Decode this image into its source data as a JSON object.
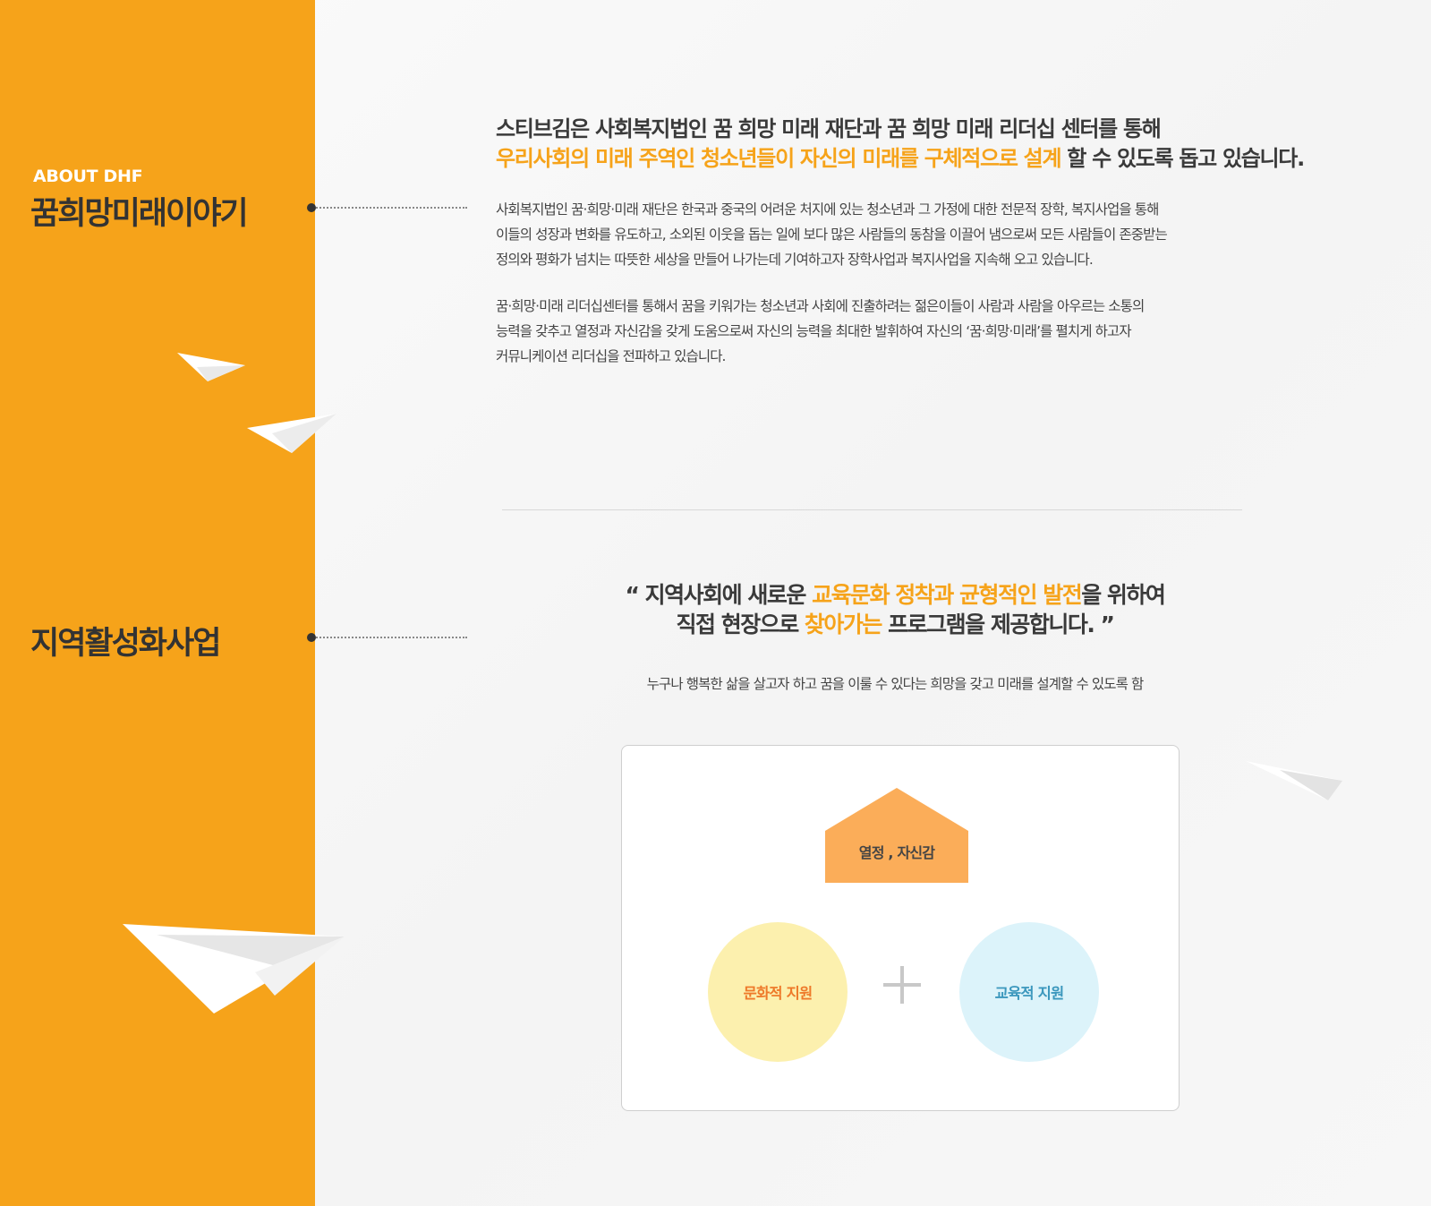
{
  "sidebar": {
    "about_label": "ABOUT DHF",
    "section_1_title": "꿈희망미래이야기",
    "section_2_title": "지역활성화사업"
  },
  "intro": {
    "lead_line_1": "스티브김은 사회복지법인 꿈  희망  미래 재단과 꿈  희망  미래 리더십 센터를 통해",
    "lead_line_2_highlight": "우리사회의 미래 주역인 청소년들이 자신의 미래를 구체적으로 설계",
    "lead_line_2_rest": " 할 수 있도록 돕고 있습니다.",
    "paragraph_1": [
      "사회복지법인 꿈·희망·미래 재단은 한국과 중국의 어려운 처지에 있는 청소년과 그 가정에 대한 전문적 장학, 복지사업을 통해",
      "이들의 성장과 변화를 유도하고, 소외된 이웃을 돕는 일에 보다 많은 사람들의 동참을 이끌어 냄으로써 모든 사람들이 존중받는",
      "정의와 평화가 넘치는 따뜻한 세상을 만들어 나가는데 기여하고자 장학사업과 복지사업을 지속해 오고 있습니다."
    ],
    "paragraph_2": [
      "꿈·희망·미래  리더십센터를 통해서 꿈을 키워가는 청소년과 사회에 진출하려는 젊은이들이 사람과 사람을 아우르는 소통의",
      "능력을 갖추고 열정과 자신감을 갖게 도움으로써 자신의 능력을 최대한 발휘하여 자신의 ‘꿈·희망·미래’를 펼치게 하고자",
      "커뮤니케이션 리더십을 전파하고 있습니다."
    ]
  },
  "quote": {
    "line_1_a": "“ 지역사회에 새로운 ",
    "line_1_highlight": "교육문화 정착과 균형적인 발전",
    "line_1_b": "을 위하여",
    "line_2_a": "직접 현장으로 ",
    "line_2_highlight": "찾아가는",
    "line_2_b": " 프로그램을 제공합니다. ”",
    "subtext": "누구나 행복한 삶을 살고자 하고 꿈을 이룰 수 있다는 희망을 갖고 미래를 설계할 수 있도록 함"
  },
  "diagram": {
    "top_label": "열정 , 자신감",
    "left_label": "문화적 지원",
    "right_label": "교육적 지원"
  },
  "colors": {
    "accent": "#f6a31a",
    "house": "#fbad59",
    "culture_circle": "#fcf0ae",
    "culture_text": "#ee7a2a",
    "edu_circle": "#dcf3fa",
    "edu_text": "#3b97bd"
  }
}
